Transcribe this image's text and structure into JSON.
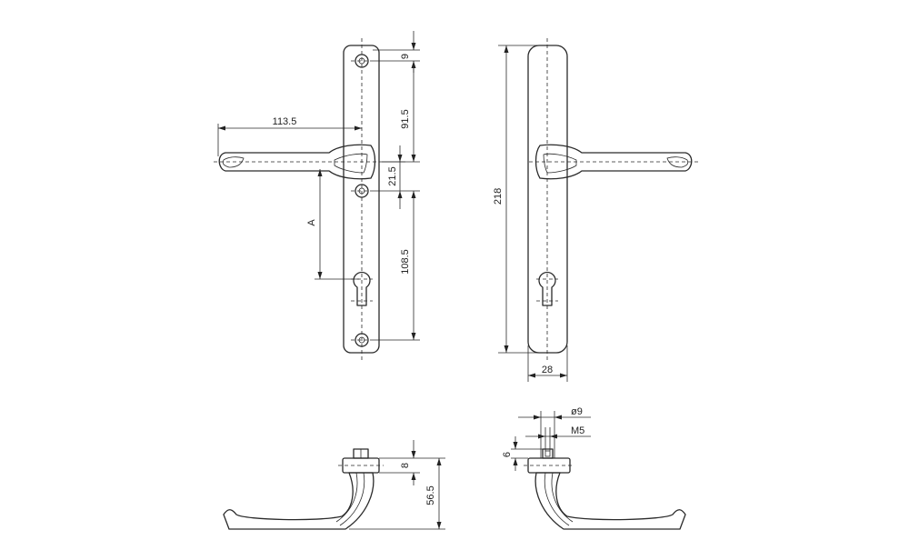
{
  "dimensions": {
    "handle_projection": "113.5",
    "top_screw_offset": "9",
    "screw_to_spindle": "91.5",
    "spindle_to_screw": "21.5",
    "screw_to_cylinder_screw": "108.5",
    "backset_label": "A",
    "plate_length": "218",
    "plate_width": "28",
    "rose_height": "8",
    "handle_height": "56.5",
    "spindle_diameter": "ø9",
    "thread": "M5",
    "spindle_offset": "6"
  }
}
